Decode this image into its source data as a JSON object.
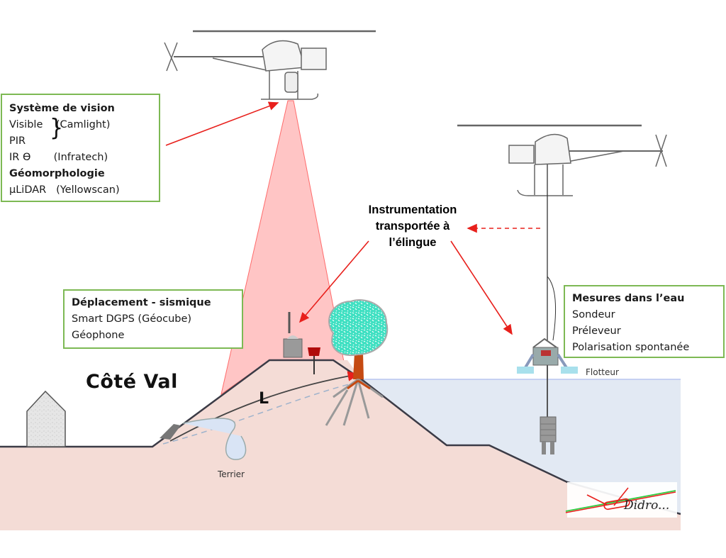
{
  "diagram": {
    "title_area": "Côté Val",
    "slope_label": "L",
    "colors": {
      "box_border": "#7db954",
      "arrow": "#e8201c",
      "cone_fill": "#ffc5c5",
      "ground": "#f4dcd6",
      "water": "#e2e9f3",
      "tree_foliage": "#40e0c0",
      "tree_trunk": "#c54a12"
    }
  },
  "vision_box": {
    "heading1": "Système de vision",
    "line_visible": "Visible",
    "line_visible_note": "(Camlight)",
    "line_pir": "PIR",
    "line_ir": "IR ϴ",
    "line_ir_note": "(Infratech)",
    "heading2": "Géomorphologie",
    "line_lidar": "µLiDAR",
    "line_lidar_note": "(Yellowscan)"
  },
  "displacement_box": {
    "heading": "Déplacement - sismique",
    "line1": "Smart DGPS (Géocube)",
    "line2": "Géophone"
  },
  "water_box": {
    "heading": "Mesures dans l’eau",
    "line1": "Sondeur",
    "line2": "Préleveur",
    "line3": "Polarisation spontanée"
  },
  "instrumentation": {
    "line1": "Instrumentation",
    "line2": "transportée à",
    "line3": "l’élingue"
  },
  "labels": {
    "terrier": "Terrier",
    "flotteur": "Flotteur",
    "signature": "Didro..."
  },
  "icons": {
    "helicopter_left": "helicopter-icon",
    "helicopter_right": "helicopter-icon",
    "house": "house-icon",
    "tree": "tree-icon",
    "geocube": "gps-sensor-icon",
    "geophone": "geophone-icon",
    "float_platform": "float-icon",
    "probe": "probe-icon",
    "logo": "didro-logo-icon"
  }
}
